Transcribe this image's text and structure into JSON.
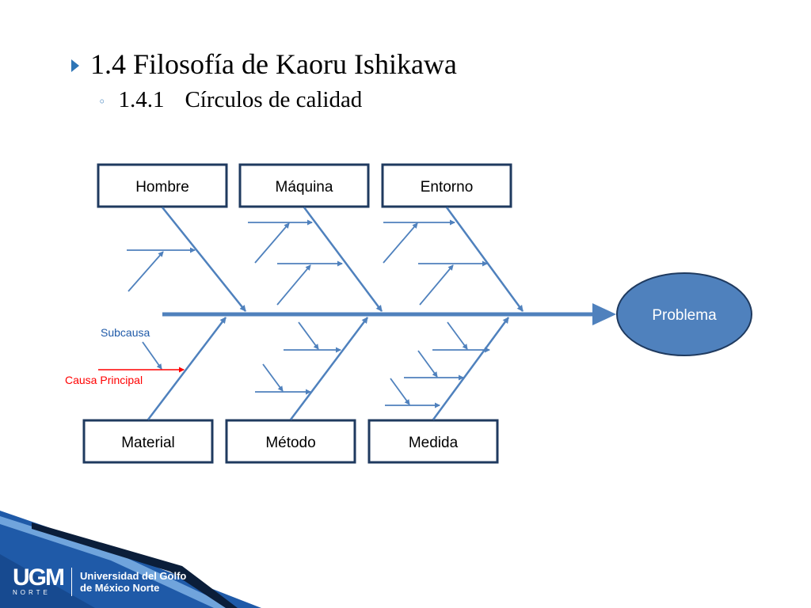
{
  "slide": {
    "title": "1.4 Filosofía de Kaoru Ishikawa",
    "subtitle_number": "1.4.1",
    "subtitle_text": "Círculos de calidad"
  },
  "diagram": {
    "top_categories": [
      "Hombre",
      "Máquina",
      "Entorno"
    ],
    "bottom_categories": [
      "Material",
      "Método",
      "Medida"
    ],
    "effect": "Problema",
    "legend_subcause": "Subcausa",
    "legend_main_cause": "Causa Principal"
  },
  "footer": {
    "logo_mark": "UGM",
    "logo_sub": "NORTE",
    "university_line1": "Universidad del Golfo",
    "university_line2": "de México Norte"
  },
  "colors": {
    "spine": "#4f81bd",
    "box_border": "#1f3a5f",
    "effect_fill": "#4f81bd",
    "main_cause_arrow": "#ff0000",
    "title_bullet": "#2e75b6",
    "footer_blue": "#1f5aa8"
  }
}
